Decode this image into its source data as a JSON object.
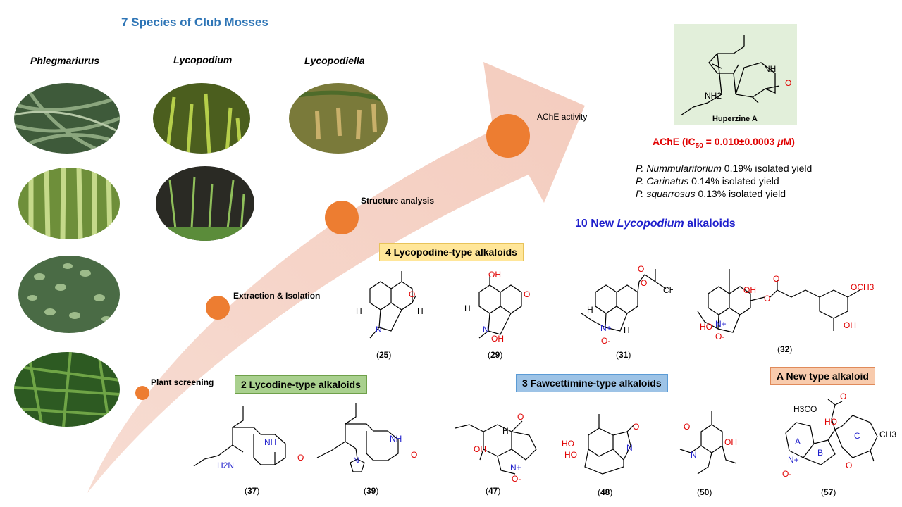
{
  "title": "7 Species of Club Mosses",
  "genera": [
    "Phlegmariurus",
    "Lycopodium",
    "Lycopodiella"
  ],
  "stages": {
    "plant_screening": "Plant screening",
    "extraction": "Extraction & Isolation",
    "structure": "Structure analysis",
    "ache_activity": "AChE activity"
  },
  "huperzine": {
    "name": "Huperzine A",
    "ache_prefix": "AChE (IC",
    "ache_sub": "50",
    "ache_mid": " = 0.010±0.0003 ",
    "ache_mu": "μ",
    "ache_suffix": "M)"
  },
  "yields": [
    {
      "species": "P. Nummulariforium",
      "text": " 0.19% isolated yield"
    },
    {
      "species": "P. Carinatus",
      "text": " 0.14% isolated yield"
    },
    {
      "species": "P. squarrosus",
      "text": " 0.13% isolated yield"
    }
  ],
  "new_alkaloids": {
    "prefix": "10 New ",
    "genus": "Lycopodium",
    "suffix": " alkaloids"
  },
  "groups": {
    "lycopodine": "4 Lycopodine-type alkaloids",
    "lycodine": "2 Lycodine-type alkaloids",
    "fawcettimine": "3 Fawcettimine-type alkaloids",
    "new_type": "A New type alkaloid"
  },
  "compounds": [
    "25",
    "29",
    "31",
    "32",
    "37",
    "39",
    "47",
    "48",
    "50",
    "57"
  ],
  "atom_labels": {
    "o": "O",
    "nh": "NH",
    "nh2": "NH2",
    "h2n": "H2N",
    "n": "N",
    "h": "H",
    "oh": "OH",
    "ho": "HO",
    "nplus": "N+",
    "ominus": "O-",
    "ch3": "CH3",
    "och3": "OCH3",
    "h3co": "H3CO",
    "ring_a": "A",
    "ring_b": "B",
    "ring_c": "C"
  },
  "colors": {
    "title": "#2E75B6",
    "arrow": "#F4CCBE",
    "stage_dot": "#ED7D31",
    "ache": "#E00000",
    "new_alkaloids": "#1F1FCC",
    "lycopodine_box": "#FFE699",
    "lycodine_box": "#A9D08E",
    "fawcettimine_box": "#9DC3E6",
    "new_type_box": "#F8CBAD",
    "huperzine_bg": "#E2EFDA"
  }
}
